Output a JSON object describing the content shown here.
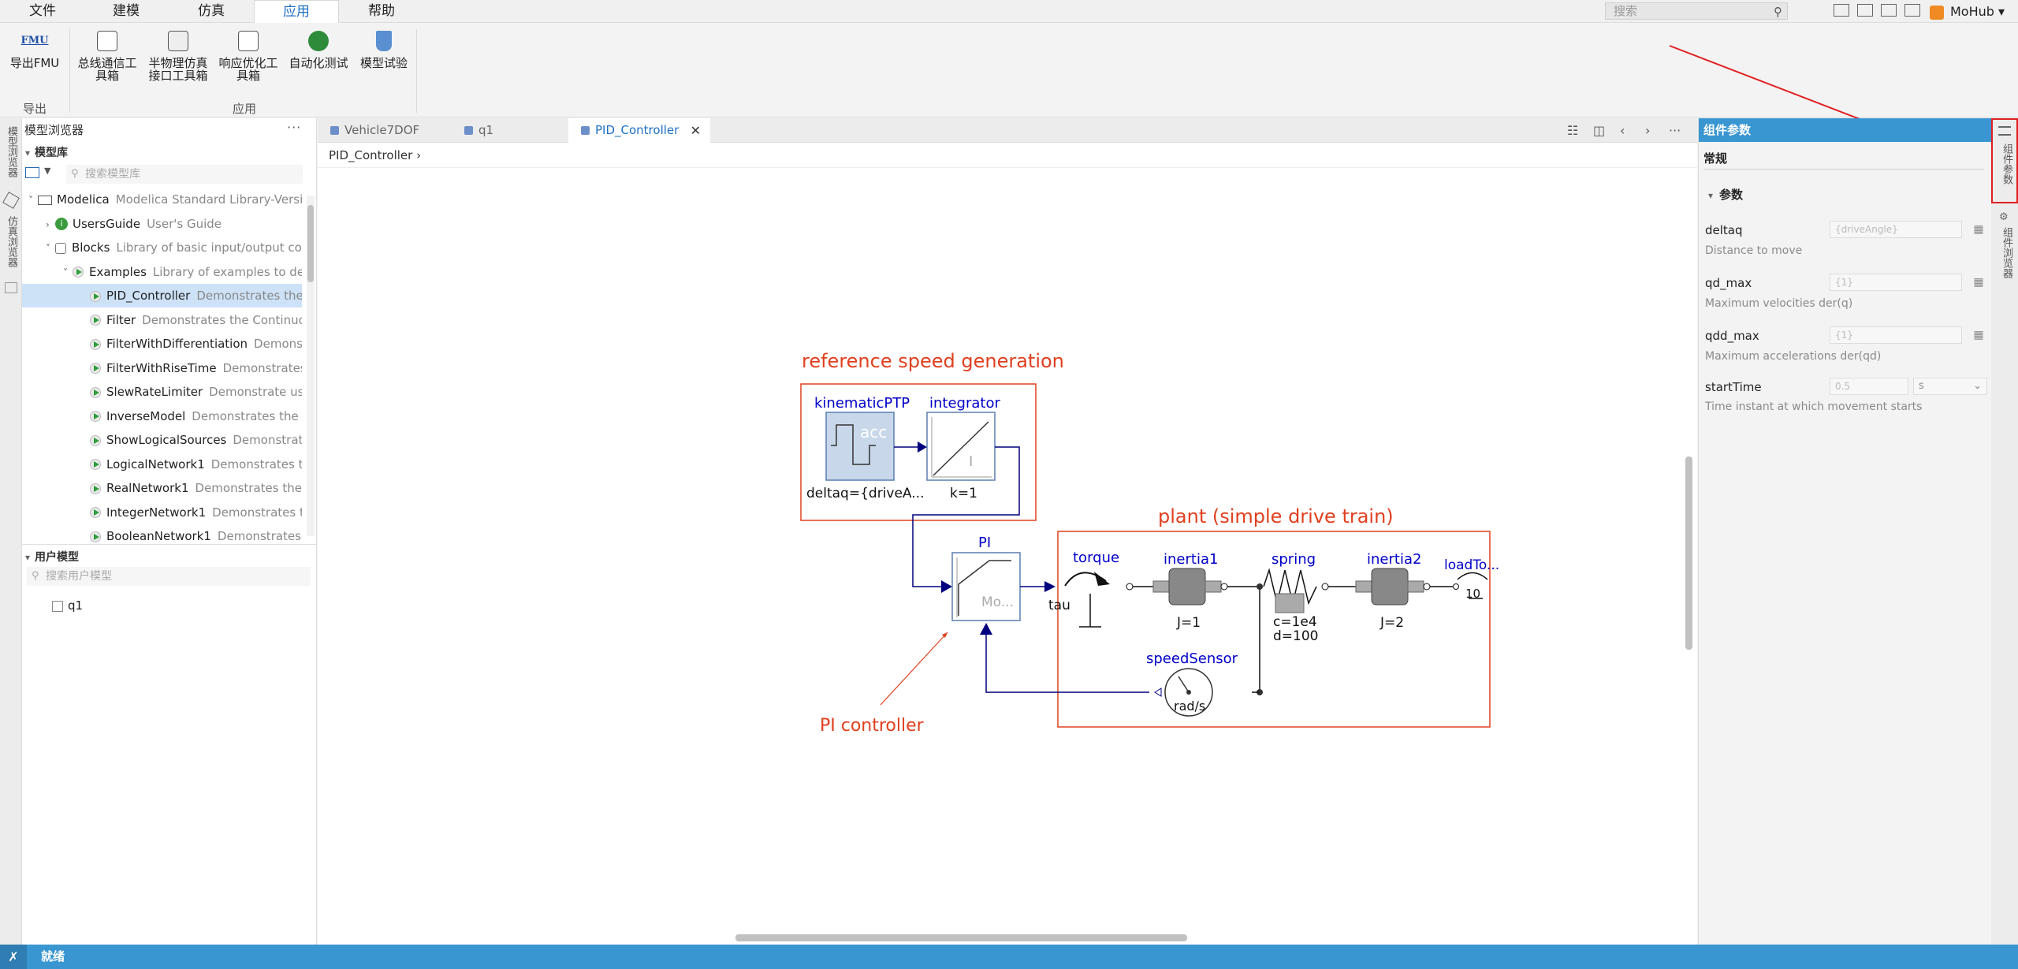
{
  "menu": {
    "items": [
      "文件",
      "建模",
      "仿真",
      "应用",
      "帮助"
    ],
    "active": "应用",
    "search_placeholder": "搜索",
    "user": "MoHub"
  },
  "ribbon": {
    "buttons": [
      {
        "label1": "导出FMU",
        "label2": "",
        "icon": "fmu-icon"
      },
      {
        "label1": "总线通信工",
        "label2": "具箱",
        "icon": "bus-comm-icon"
      },
      {
        "label1": "半物理仿真",
        "label2": "接口工具箱",
        "icon": "hil-icon"
      },
      {
        "label1": "响应优化工",
        "label2": "具箱",
        "icon": "response-opt-icon"
      },
      {
        "label1": "自动化测试",
        "label2": "",
        "icon": "auto-test-icon"
      },
      {
        "label1": "模型试验",
        "label2": "",
        "icon": "model-test-icon"
      }
    ],
    "groups": [
      "导出",
      "应用"
    ]
  },
  "left_strip": {
    "model_browser": "模型浏览器",
    "sim_browser": "仿真浏览器"
  },
  "browser": {
    "title": "模型浏览器",
    "library_section": "模型库",
    "library_search": "搜索模型库",
    "tree": [
      {
        "name": "Modelica",
        "desc": "Modelica Standard Library-Versio",
        "indent": 0,
        "expanded": true,
        "icon": "modelica"
      },
      {
        "name": "UsersGuide",
        "desc": "User's Guide",
        "indent": 1,
        "expanded": false,
        "icon": "info"
      },
      {
        "name": "Blocks",
        "desc": "Library of basic input/output contr",
        "indent": 1,
        "expanded": true,
        "icon": "lib"
      },
      {
        "name": "Examples",
        "desc": "Library of examples to demc",
        "indent": 2,
        "expanded": true,
        "icon": "play"
      },
      {
        "name": "PID_Controller",
        "desc": "Demonstrates the u",
        "indent": 3,
        "icon": "play",
        "selected": true
      },
      {
        "name": "Filter",
        "desc": "Demonstrates the Continuou",
        "indent": 3,
        "icon": "play"
      },
      {
        "name": "FilterWithDifferentiation",
        "desc": "Demonstr",
        "indent": 3,
        "icon": "play"
      },
      {
        "name": "FilterWithRiseTime",
        "desc": "Demonstrates t",
        "indent": 3,
        "icon": "play"
      },
      {
        "name": "SlewRateLimiter",
        "desc": "Demonstrate usag",
        "indent": 3,
        "icon": "play"
      },
      {
        "name": "InverseModel",
        "desc": "Demonstrates the cc",
        "indent": 3,
        "icon": "play"
      },
      {
        "name": "ShowLogicalSources",
        "desc": "Demonstrates",
        "indent": 3,
        "icon": "play"
      },
      {
        "name": "LogicalNetwork1",
        "desc": "Demonstrates the",
        "indent": 3,
        "icon": "play"
      },
      {
        "name": "RealNetwork1",
        "desc": "Demonstrates the u",
        "indent": 3,
        "icon": "play"
      },
      {
        "name": "IntegerNetwork1",
        "desc": "Demonstrates the",
        "indent": 3,
        "icon": "play"
      },
      {
        "name": "BooleanNetwork1",
        "desc": "Demonstrates th",
        "indent": 3,
        "icon": "play"
      }
    ],
    "user_section": "用户模型",
    "user_search": "搜索用户模型",
    "user_models": [
      "q1"
    ]
  },
  "tabs": [
    {
      "label": "Vehicle7DOF",
      "active": false
    },
    {
      "label": "q1",
      "active": false
    },
    {
      "label": "PID_Controller",
      "active": true
    }
  ],
  "breadcrumb": "PID_Controller",
  "diagram": {
    "ref_label": "reference speed generation",
    "plant_label": "plant (simple drive train)",
    "pi_label": "PI controller",
    "kinematic_name": "kinematicPTP",
    "kinematic_param": "deltaq={driveA...",
    "kinematic_inner": "acc",
    "integrator_name": "integrator",
    "integrator_param": "k=1",
    "integrator_inner": "I",
    "pi_name": "PI",
    "pi_inner": "Mo...",
    "torque_name": "torque",
    "tau": "tau",
    "inertia1_name": "inertia1",
    "inertia1_param": "J=1",
    "spring_name": "spring",
    "spring_param1": "c=1e4",
    "spring_param2": "d=100",
    "inertia2_name": "inertia2",
    "inertia2_param": "J=2",
    "load_name": "loadTo...",
    "load_val": "10",
    "sensor_name": "speedSensor",
    "sensor_unit": "rad/s"
  },
  "params_panel": {
    "title": "组件参数",
    "tab": "常规",
    "section": "参数",
    "params": [
      {
        "name": "deltaq",
        "value": "{driveAngle}",
        "desc": "Distance to move"
      },
      {
        "name": "qd_max",
        "value": "{1}",
        "desc": "Maximum velocities der(q)"
      },
      {
        "name": "qdd_max",
        "value": "{1}",
        "desc": "Maximum accelerations der(qd)"
      },
      {
        "name": "startTime",
        "value": "0.5",
        "unit": "s",
        "desc": "Time instant at which movement starts"
      }
    ]
  },
  "right_strip": {
    "params": "组件参数",
    "component_browser": "组件浏览器"
  },
  "status": {
    "text": "就绪"
  },
  "colors": {
    "accent": "#3a96d1",
    "annotation_red": "#e0401f",
    "diagram_blue": "#0000c8"
  }
}
